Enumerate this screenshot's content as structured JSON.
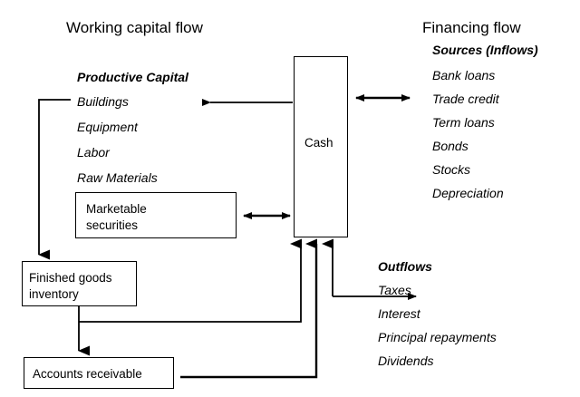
{
  "diagram": {
    "title_left": "Working capital flow",
    "title_right": "Financing flow",
    "productive_capital": {
      "heading": "Productive Capital",
      "items": [
        "Buildings",
        "Equipment",
        "Labor",
        "Raw Materials"
      ]
    },
    "sources": {
      "heading": "Sources (Inflows)",
      "items": [
        "Bank loans",
        "Trade credit",
        "Term loans",
        "Bonds",
        "Stocks",
        "Depreciation"
      ]
    },
    "outflows": {
      "heading": "Outflows",
      "items": [
        "Taxes",
        "Interest",
        "Principal repayments",
        "Dividends"
      ]
    },
    "boxes": {
      "cash": "Cash",
      "marketable_securities_line1": "Marketable",
      "marketable_securities_line2": "securities",
      "finished_goods_line1": "Finished goods",
      "finished_goods_line2": "inventory",
      "accounts_receivable": "Accounts receivable"
    },
    "colors": {
      "stroke": "#000000",
      "background": "#ffffff",
      "text": "#000000"
    }
  }
}
